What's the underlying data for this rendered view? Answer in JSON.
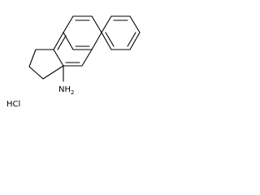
{
  "molecule": {
    "amine_label": "NH",
    "amine_subscript": "2",
    "salt_label": "HCl"
  },
  "colors": {
    "bond": "#000000",
    "text": "#000000",
    "background": "#ffffff"
  }
}
